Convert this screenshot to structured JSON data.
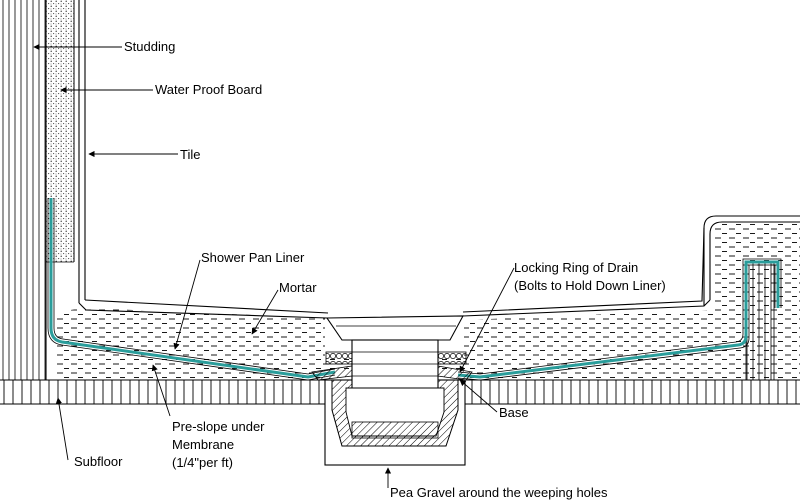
{
  "labels": {
    "studding": "Studding",
    "waterproof_board": "Water Proof Board",
    "tile": "Tile",
    "shower_pan_liner": "Shower  Pan  Liner",
    "mortar": "Mortar",
    "locking_ring_line1": "Locking Ring of Drain",
    "locking_ring_line2": "(Bolts to Hold Down Liner)",
    "base": "Base",
    "subfloor": "Subfloor",
    "preslope_line1": "Pre-slope under",
    "preslope_line2": "Membrane",
    "preslope_line3": "(1/4\"per ft)",
    "pea_gravel": "Pea Gravel around the weeping holes"
  },
  "colors": {
    "liner": "#2a9d9b",
    "line": "#000000",
    "background": "#ffffff"
  }
}
